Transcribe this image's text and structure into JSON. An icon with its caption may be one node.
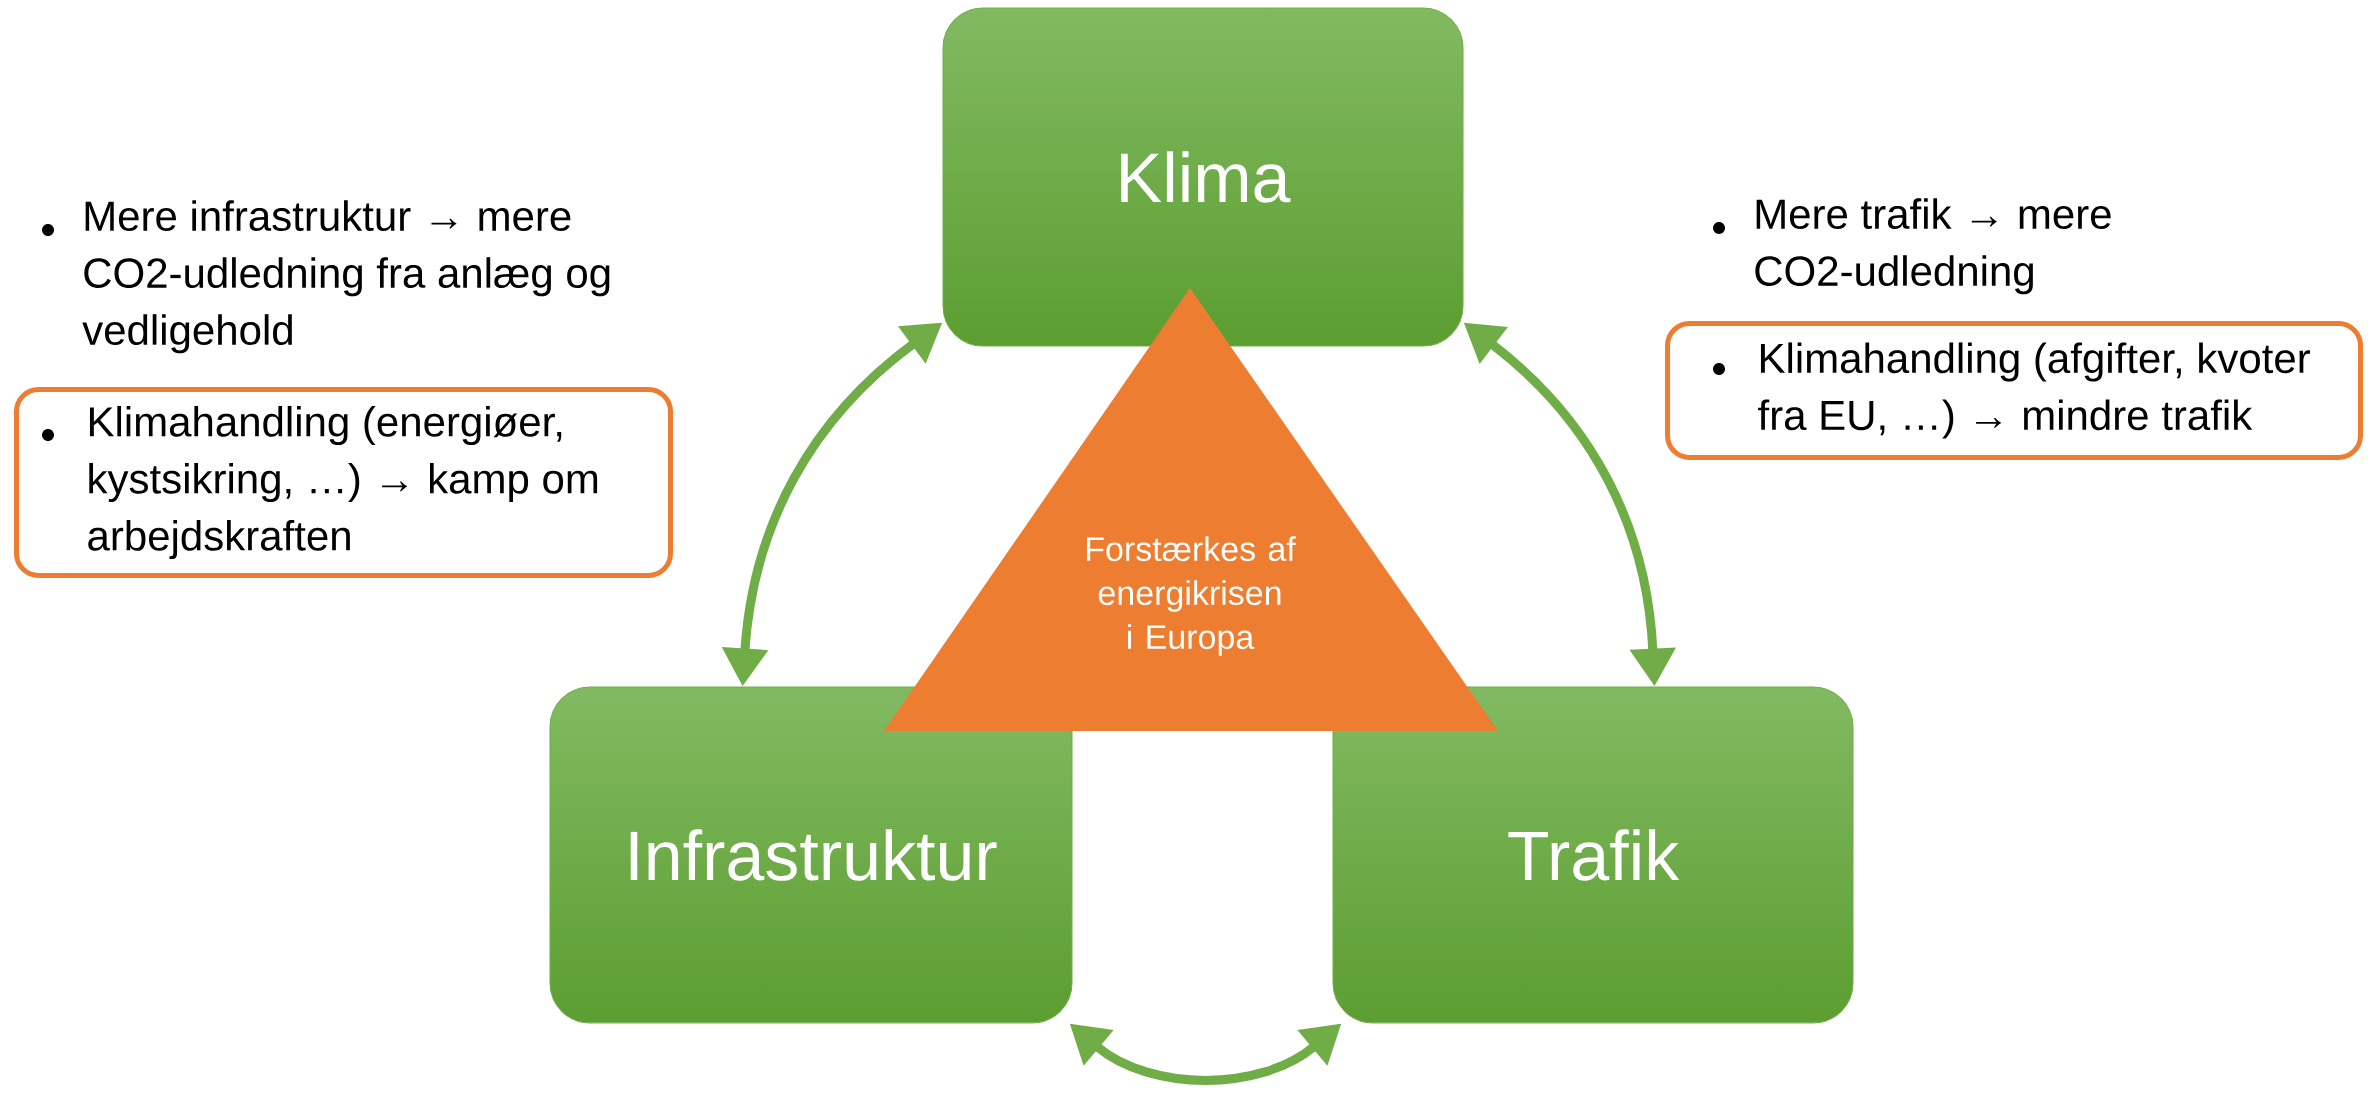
{
  "diagram": {
    "nodes": [
      {
        "text": [
          "Klima"
        ]
      },
      {
        "text": [
          "Infrastruktur"
        ]
      },
      {
        "text": [
          "Trafik"
        ]
      },
      {
        "text": [
          "Forstærkes af energikrisen i Europa"
        ]
      },
      {
        "text": [
          "Klimahandling (energiøer, kystsikring, …) → kamp om arbejdskraften"
        ]
      },
      {
        "text": [
          "Klimahandling (afgifter, kvoter fra EU, …) → mindre trafik"
        ]
      }
    ],
    "edges": [
      {
        "from": 1,
        "to": 0,
        "arrow": "both"
      },
      {
        "from": 0,
        "to": 2,
        "arrow": "both"
      },
      {
        "from": 1,
        "to": 2,
        "arrow": "both"
      }
    ],
    "labels": [
      "Mere infrastruktur → mere CO2-udledning fra anlæg og vedligehold",
      "Mere trafik → mere CO2-udledning"
    ]
  }
}
